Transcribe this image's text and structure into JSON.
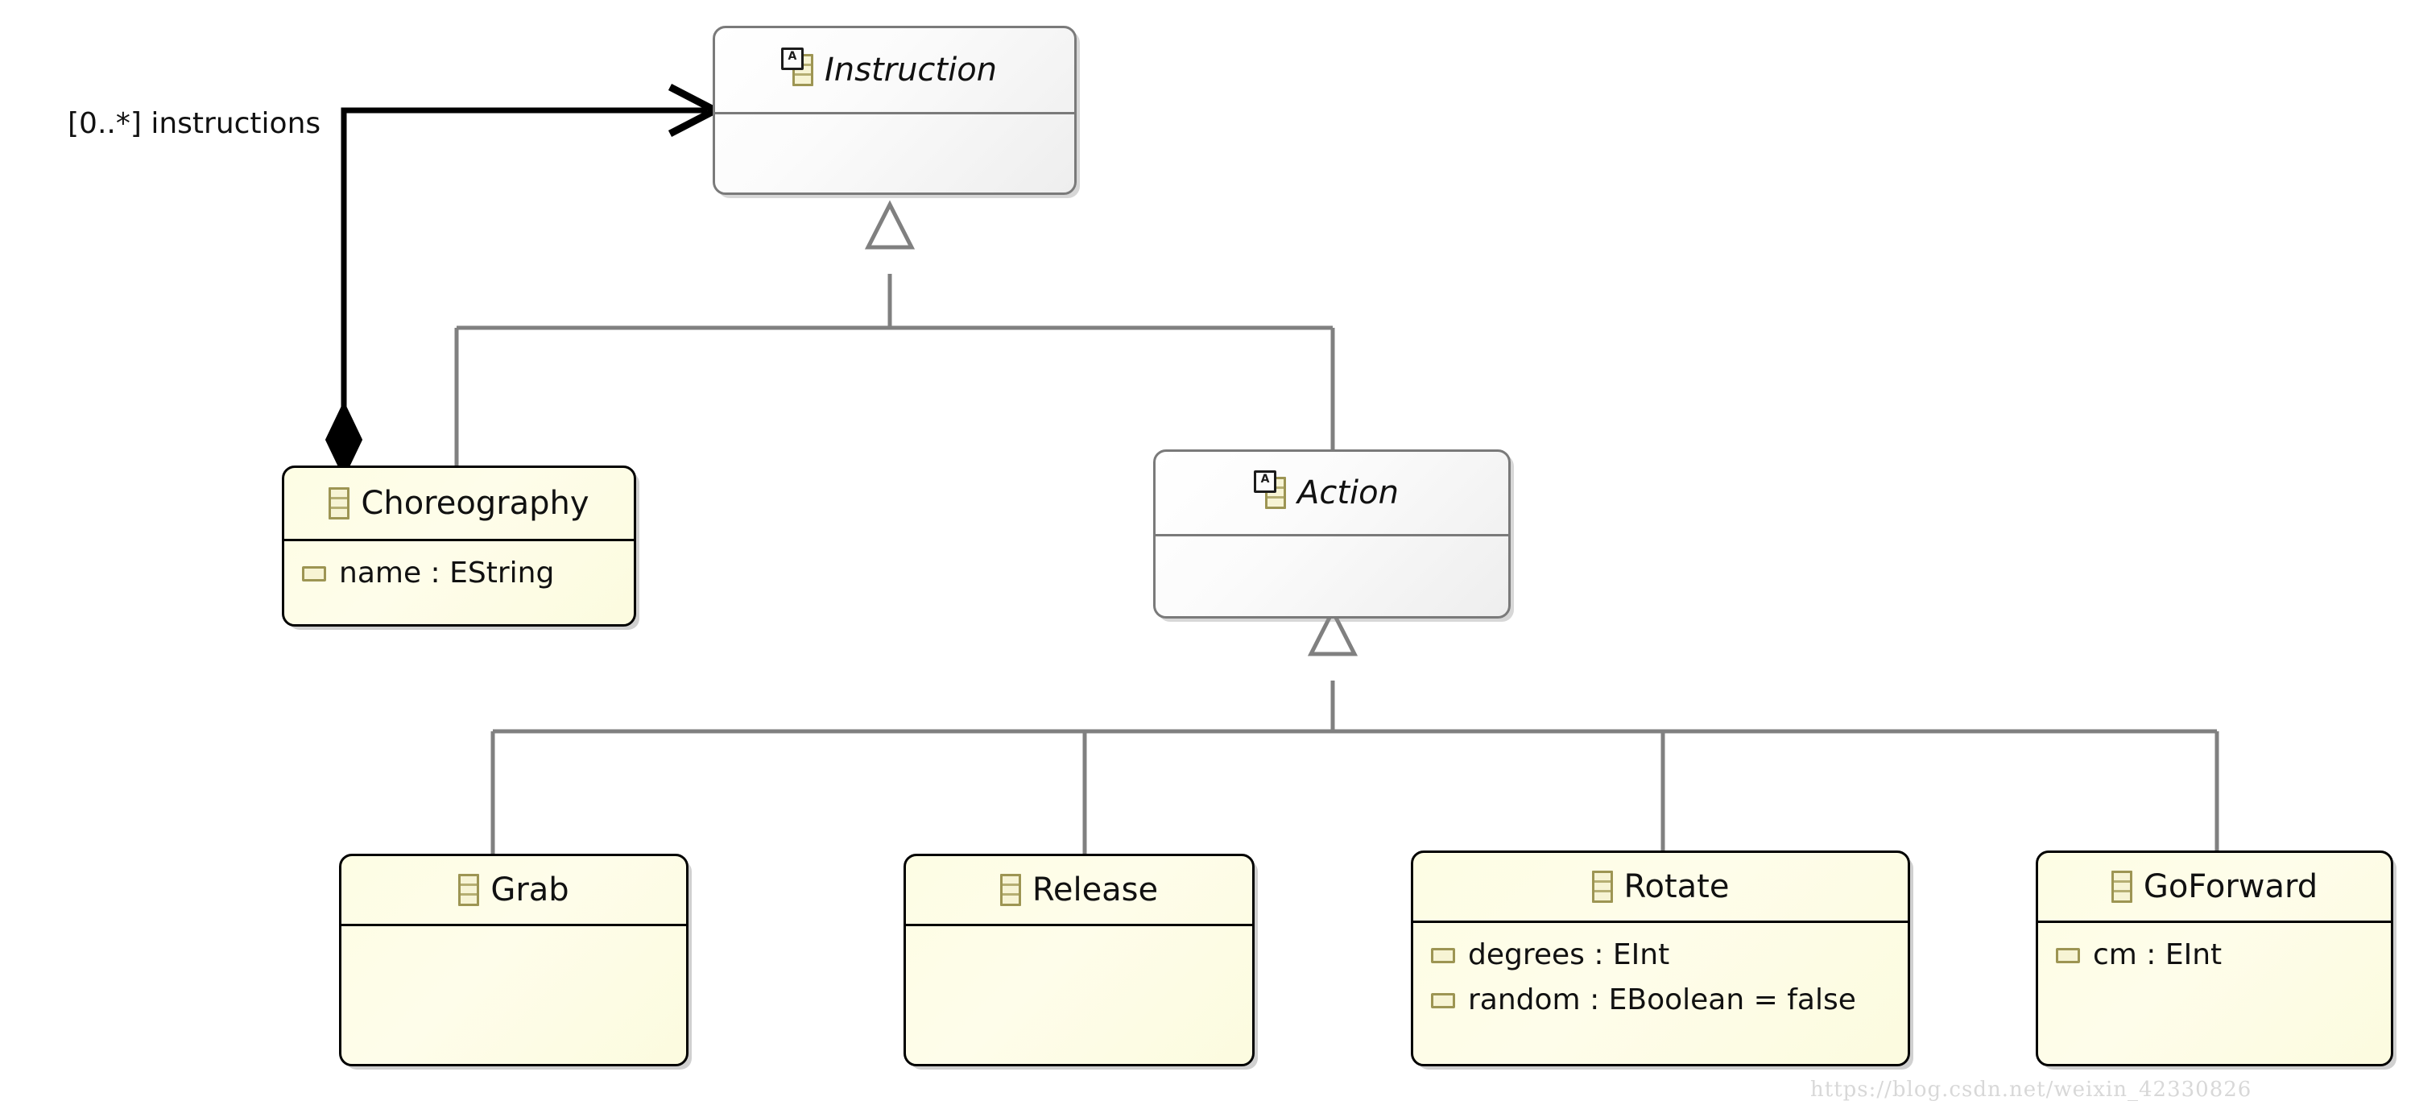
{
  "diagram": {
    "kind": "uml-class-diagram",
    "background": "#ffffff",
    "colors": {
      "abstract_fill": "#f3f3f3",
      "abstract_border": "#7a7a7a",
      "concrete_fill": "#fdfde4",
      "concrete_border": "#000000",
      "generalization_line": "#808080",
      "composition_line": "#000000",
      "icon_border": "#9d9553",
      "icon_fill": "#f7f4d4",
      "watermark": "#d8d8d8"
    }
  },
  "classes": {
    "instruction": {
      "name": "Instruction",
      "stereotype": "abstract",
      "icon": "eclass-abstract-icon",
      "attributes": []
    },
    "choreography": {
      "name": "Choreography",
      "stereotype": "concrete",
      "icon": "eclass-icon",
      "attributes": [
        {
          "icon": "eattribute-icon",
          "label": "name : EString"
        }
      ]
    },
    "action": {
      "name": "Action",
      "stereotype": "abstract",
      "icon": "eclass-abstract-icon",
      "attributes": []
    },
    "grab": {
      "name": "Grab",
      "stereotype": "concrete",
      "icon": "eclass-icon",
      "attributes": []
    },
    "release": {
      "name": "Release",
      "stereotype": "concrete",
      "icon": "eclass-icon",
      "attributes": []
    },
    "rotate": {
      "name": "Rotate",
      "stereotype": "concrete",
      "icon": "eclass-icon",
      "attributes": [
        {
          "icon": "eattribute-icon",
          "label": "degrees : EInt"
        },
        {
          "icon": "eattribute-icon",
          "label": "random : EBoolean = false"
        }
      ]
    },
    "goforward": {
      "name": "GoForward",
      "stereotype": "concrete",
      "icon": "eclass-icon",
      "attributes": [
        {
          "icon": "eattribute-icon",
          "label": "cm : EInt"
        }
      ]
    }
  },
  "relations": {
    "composition": {
      "label": "[0..*] instructions",
      "source": "Choreography",
      "target": "Instruction",
      "source_decoration": "filled-diamond",
      "target_decoration": "open-arrow"
    },
    "generalizations": [
      {
        "child": "Choreography",
        "parent": "Instruction"
      },
      {
        "child": "Action",
        "parent": "Instruction"
      },
      {
        "child": "Grab",
        "parent": "Action"
      },
      {
        "child": "Release",
        "parent": "Action"
      },
      {
        "child": "Rotate",
        "parent": "Action"
      },
      {
        "child": "GoForward",
        "parent": "Action"
      }
    ]
  },
  "watermark": {
    "text": "https://blog.csdn.net/weixin_42330826"
  }
}
